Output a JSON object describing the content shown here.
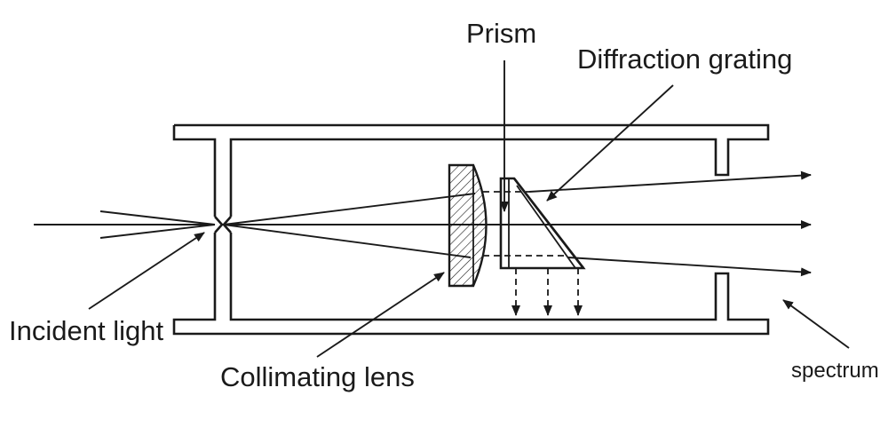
{
  "labels": {
    "prism": "Prism",
    "diffraction_grating": "Diffraction grating",
    "incident_light": "Incident light",
    "collimating_lens": "Collimating lens",
    "spectrum": "spectrum"
  },
  "colors": {
    "line": "#1a1a1a",
    "background": "#ffffff"
  }
}
